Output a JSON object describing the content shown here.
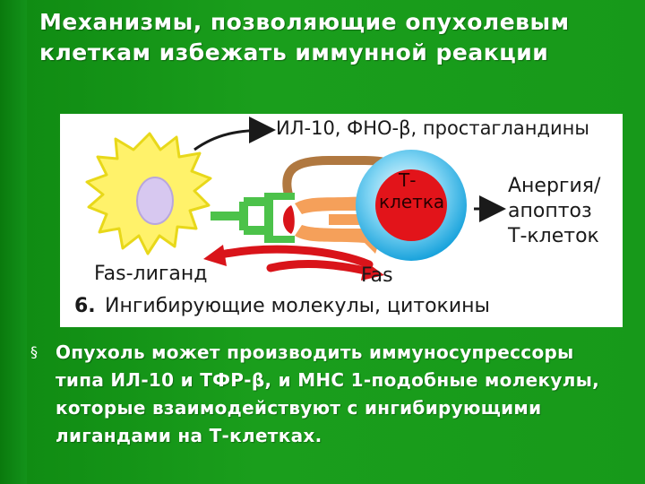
{
  "slide": {
    "title": "Механизмы, позволяющие опухолевым клеткам избежать иммунной реакции",
    "bullet_symbol": "§",
    "bullet_text": "Опухоль может производить иммуносупрессоры типа ИЛ-10 и ТФР-β, и МНС 1-подобные молекулы, которые взаимодействуют с ингибирующими лигандами на Т-клетках."
  },
  "diagram": {
    "cytokines_label": "ИЛ-10, ФНО-β, простагландины",
    "t_cell_label_line1": "Т-",
    "t_cell_label_line2": "клетка",
    "outcome_line1": "Анергия/",
    "outcome_line2": "апоптоз",
    "outcome_line3": "Т-клеток",
    "fas_ligand_label": "Fas-лиганд",
    "fas_label": "Fas",
    "caption_number": "6.",
    "caption_text": "Ингибирующие молекулы, цитокины",
    "colors": {
      "tumor_cell": "#fff26a",
      "tumor_outline": "#e8d81a",
      "nucleus": "#d7c8f0",
      "t_cell_outer": "#29b6e8",
      "t_cell_inner": "#e2141a",
      "receptor_green": "#4cc24a",
      "receptor_orange": "#f5a05a",
      "arrow_red": "#d9141a",
      "arrow_brown": "#b07840"
    }
  }
}
